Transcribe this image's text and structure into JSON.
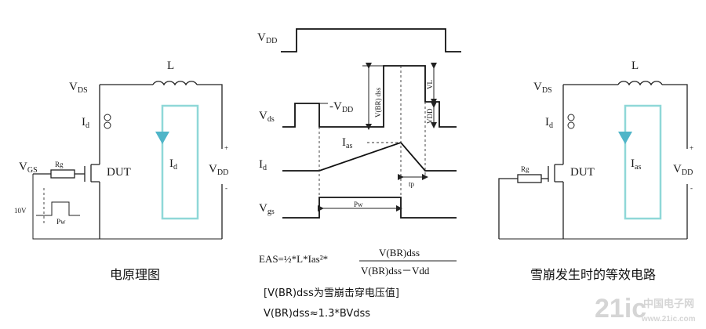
{
  "left_circuit": {
    "caption": "电原理图",
    "vds": "V",
    "vds_sub": "DS",
    "l": "L",
    "id": "I",
    "id_sub": "d",
    "vgs": "V",
    "vgs_sub": "GS",
    "rg": "Rg",
    "dut": "DUT",
    "loop_current": "I",
    "loop_current_sub": "d",
    "vdd": "V",
    "vdd_sub": "DD",
    "plus": "+",
    "minus": "-",
    "pulse_amp": "10V",
    "pulse_label": "Pw"
  },
  "right_circuit": {
    "caption": "雪崩发生时的等效电路",
    "vds": "V",
    "vds_sub": "DS",
    "l": "L",
    "id": "I",
    "id_sub": "d",
    "rg": "Rg",
    "dut": "DUT",
    "loop_current": "I",
    "loop_current_sub": "as",
    "vdd": "V",
    "vdd_sub": "DD",
    "plus": "+",
    "minus": "-"
  },
  "waveforms": {
    "vdd_label": "V",
    "vdd_sub": "DD",
    "vds_label": "V",
    "vds_sub": "ds",
    "neg_vdd": "-V",
    "neg_vdd_sub": "DD",
    "vbr_label": "V(BR) dss",
    "vl_label": "VL",
    "vdd_small": "VDD",
    "ias_label": "I",
    "ias_sub": "as",
    "id_label": "I",
    "id_sub": "d",
    "tp_label": "tp",
    "vgs_label": "V",
    "vgs_sub": "gs",
    "pw_label": "Pw"
  },
  "formula": {
    "lhs": "EAS=½*L*Ias²*",
    "numerator": "V(BR)dss",
    "denominator": "V(BR)dss－Vdd",
    "note1": "[V(BR)dss为雪崩击穿电压值]",
    "note2": "V(BR)dss≈1.3*BVdss"
  },
  "watermark": {
    "brand": "21ic",
    "site": "中国电子网",
    "url": "www.21ic.com"
  }
}
